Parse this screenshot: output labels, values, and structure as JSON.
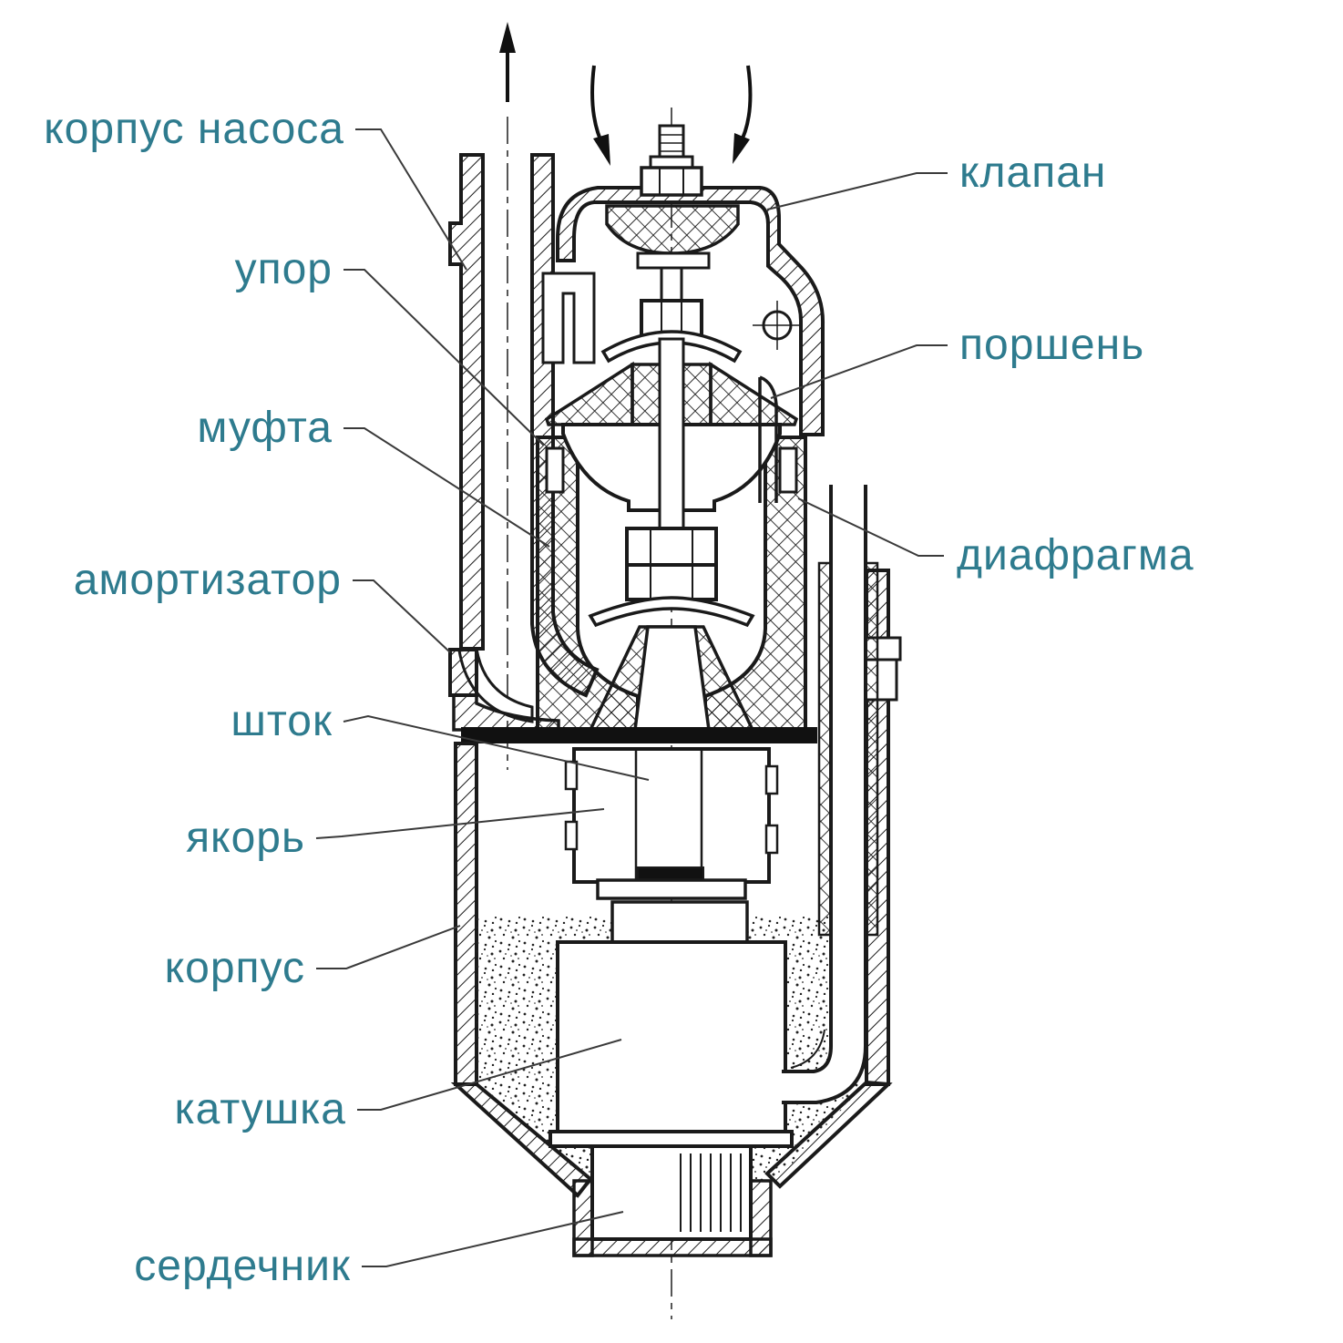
{
  "diagram_type": "pump-cross-section",
  "labels": {
    "pump_housing": "корпус насоса",
    "stop": "упор",
    "coupling": "муфта",
    "shock_absorber": "амортизатор",
    "rod": "шток",
    "armature": "якорь",
    "housing": "корпус",
    "coil": "катушка",
    "core": "сердечник",
    "valve": "клапан",
    "piston": "поршень",
    "diaphragm": "диафрагма"
  },
  "icons": {
    "outlet_flow": "up-arrow",
    "inlet_flow_left": "curved-down-arrow",
    "inlet_flow_right": "curved-down-arrow"
  },
  "colors": {
    "label_text": "#2e7b8e",
    "drawing_line": "#1a1a1a",
    "leader_line": "#3a3a3a",
    "background": "#ffffff"
  }
}
